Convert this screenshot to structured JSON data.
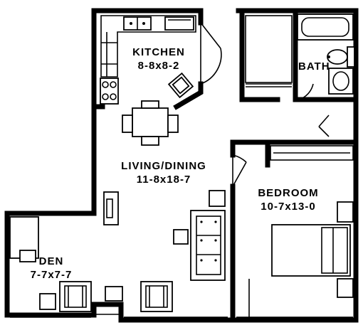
{
  "rooms": {
    "kitchen": {
      "name": "KITCHEN",
      "dimensions": "8-8x8-2"
    },
    "bath": {
      "name": "BATH"
    },
    "living_dining": {
      "name": "LIVING/DINING",
      "dimensions": "11-8x18-7"
    },
    "bedroom": {
      "name": "BEDROOM",
      "dimensions": "10-7x13-0"
    },
    "den": {
      "name": "DEN",
      "dimensions": "7-7x7-7"
    }
  },
  "colors": {
    "line": "#000000",
    "background": "#ffffff"
  }
}
